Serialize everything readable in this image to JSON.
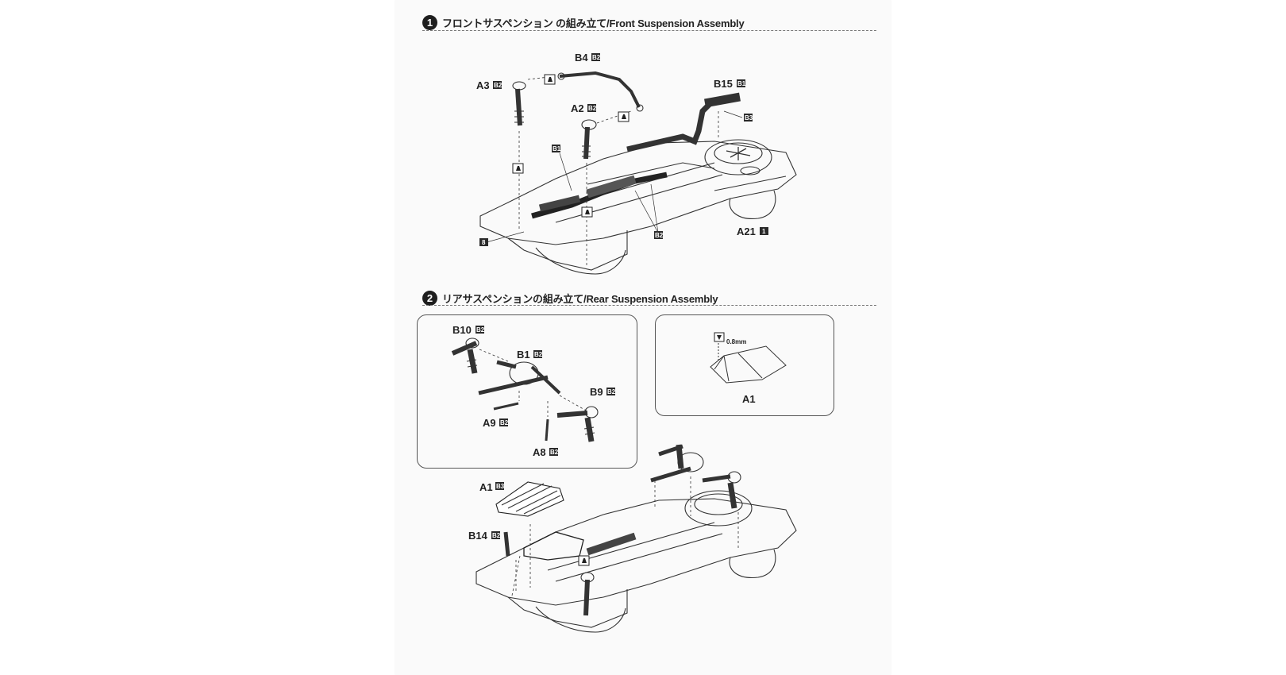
{
  "step1": {
    "number": "1",
    "title": "フロントサスペンション の組み立て/Front Suspension Assembly",
    "parts": {
      "b4": "B4",
      "b4_mat": "B2",
      "a3": "A3",
      "a3_mat": "B2",
      "a2": "A2",
      "a2_mat": "B2",
      "b15": "B15",
      "b15_mat": "B1",
      "a21": "A21",
      "a21_mat": "1"
    },
    "markers": {
      "b1": "B1",
      "b3": "B3",
      "b2": "B2",
      "m8": "8"
    }
  },
  "step2": {
    "number": "2",
    "title": "リアサスペンションの組み立て/Rear Suspension Assembly",
    "inset_left": {
      "b10": "B10",
      "b10_mat": "B2",
      "b1": "B1",
      "b1_mat": "B2",
      "b9": "B9",
      "b9_mat": "B2",
      "a9": "A9",
      "a9_mat": "B2",
      "a8": "A8",
      "a8_mat": "B2"
    },
    "inset_right": {
      "drill": "0.8mm",
      "a1": "A1"
    },
    "main": {
      "a1": "A1",
      "a1_mat": "B3",
      "b14": "B14",
      "b14_mat": "B2"
    }
  },
  "colors": {
    "ink": "#222222",
    "paper": "#fafafa",
    "badge": "#2a2a2a"
  }
}
